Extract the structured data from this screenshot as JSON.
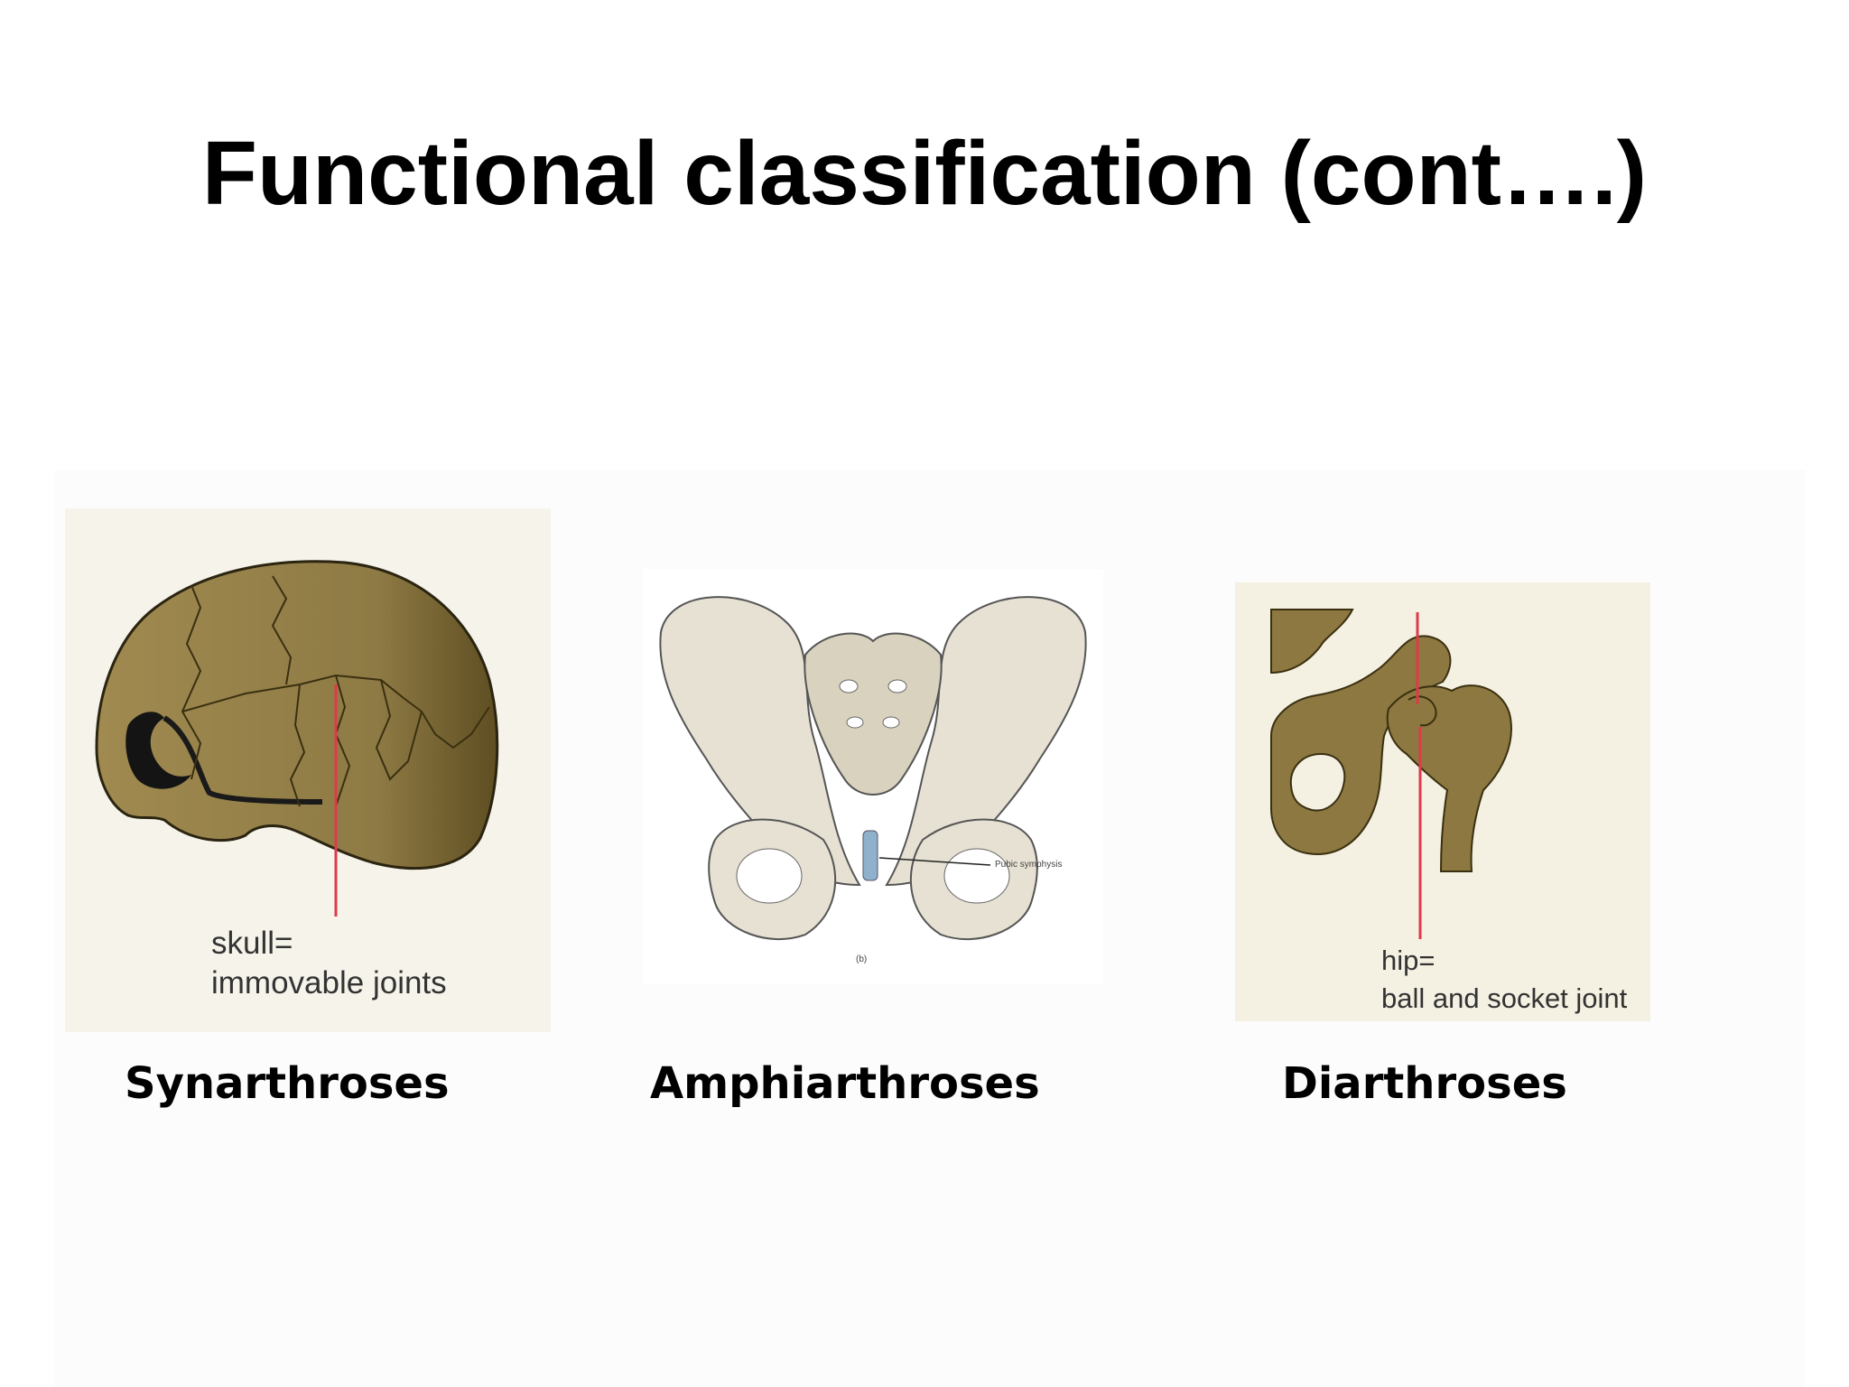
{
  "slide": {
    "title": "Functional classification (cont….)"
  },
  "panels": [
    {
      "id": "skull",
      "caption_line1": "skull=",
      "caption_line2": "immovable joints",
      "label": "Synarthroses"
    },
    {
      "id": "pelvis",
      "annotation": "Pubic symphysis",
      "figure_tag": "(b)",
      "label": "Amphiarthroses"
    },
    {
      "id": "hip",
      "caption_line1": "hip=",
      "caption_line2": "ball and socket joint",
      "label": "Diarthroses"
    }
  ],
  "colors": {
    "bone_brown": "#8c7840",
    "bone_light": "#e6e1d2",
    "pointer_red": "#e03a4a",
    "cartilage_blue": "#8fb1cc"
  }
}
